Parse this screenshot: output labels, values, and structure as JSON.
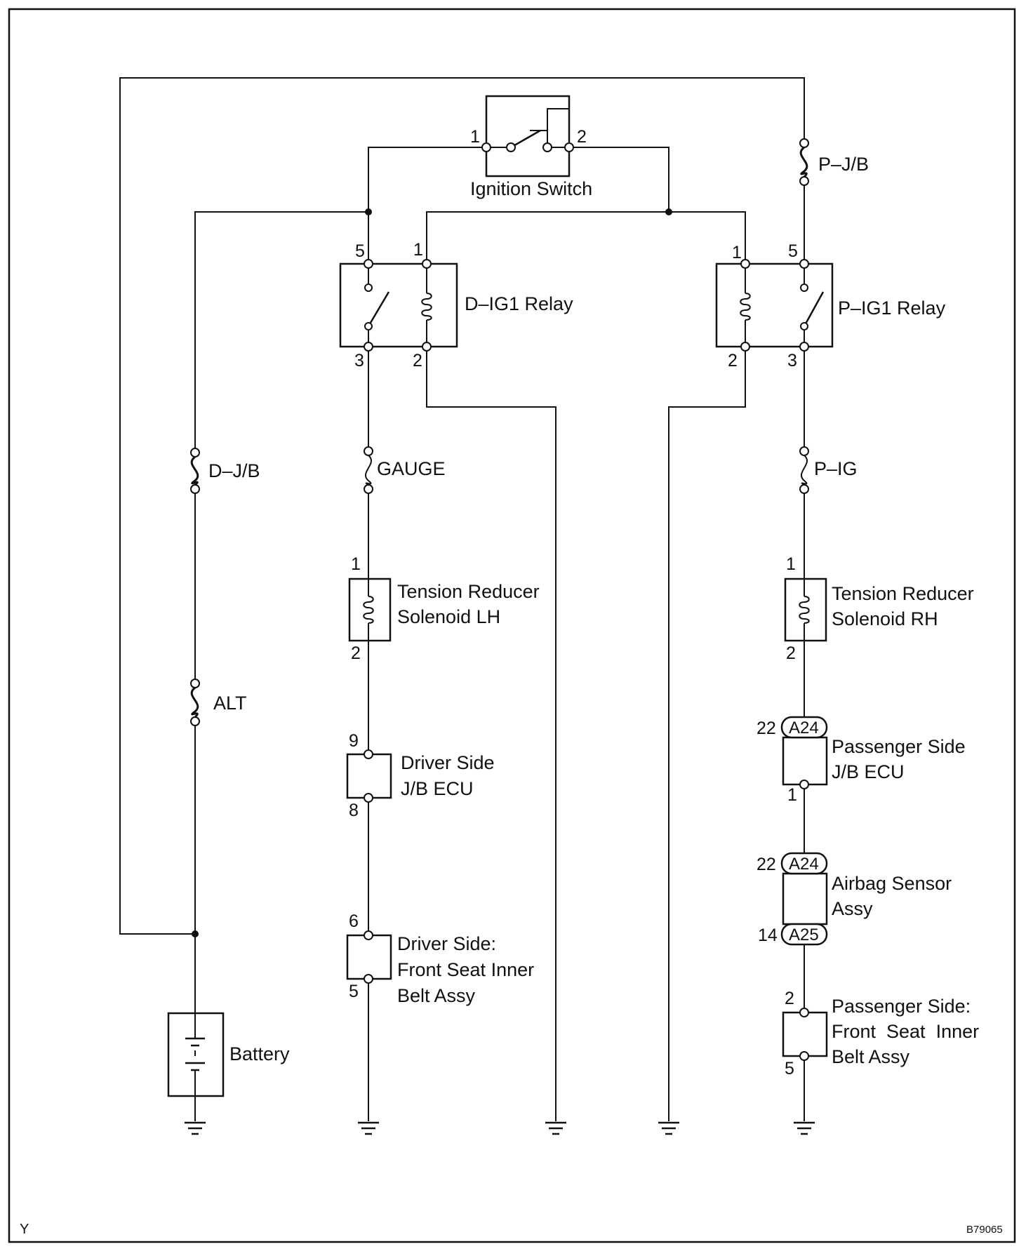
{
  "components": {
    "ignition_switch": "Ignition Switch",
    "d_ig1_relay": "D–IG1 Relay",
    "p_ig1_relay": "P–IG1 Relay",
    "tension_reducer_lh": [
      "Tension Reducer",
      "Solenoid LH"
    ],
    "tension_reducer_rh": [
      "Tension Reducer",
      "Solenoid RH"
    ],
    "driver_jb_ecu": [
      "Driver Side",
      "J/B ECU"
    ],
    "passenger_jb_ecu": [
      "Passenger Side",
      "J/B ECU"
    ],
    "airbag_sensor": [
      "Airbag Sensor",
      "Assy"
    ],
    "driver_belt": [
      "Driver Side:",
      "Front Seat Inner",
      "Belt Assy"
    ],
    "passenger_belt": [
      "Passenger Side:",
      "Front  Seat  Inner",
      "Belt Assy"
    ],
    "battery": "Battery"
  },
  "fuses": {
    "d_jb": "D–J/B",
    "alt": "ALT",
    "gauge": "GAUGE",
    "p_jb": "P–J/B",
    "p_ig": "P–IG"
  },
  "connectors": {
    "a24_top": "A24",
    "a24_bottom": "A24",
    "a25": "A25"
  },
  "pins": {
    "ign_1": "1",
    "ign_2": "2",
    "dig_5": "5",
    "dig_1": "1",
    "dig_3": "3",
    "dig_2": "2",
    "pig_1": "1",
    "pig_5": "5",
    "pig_2": "2",
    "pig_3": "3",
    "trl_1": "1",
    "trl_2": "2",
    "trr_1": "1",
    "trr_2": "2",
    "djb_9": "9",
    "djb_8": "8",
    "pjb_22": "22",
    "pjb_1": "1",
    "air_22": "22",
    "air_14": "14",
    "dbelt_6": "6",
    "dbelt_5": "5",
    "pbelt_2": "2",
    "pbelt_5": "5"
  },
  "corner": {
    "left": "Y",
    "right": "B79065"
  }
}
